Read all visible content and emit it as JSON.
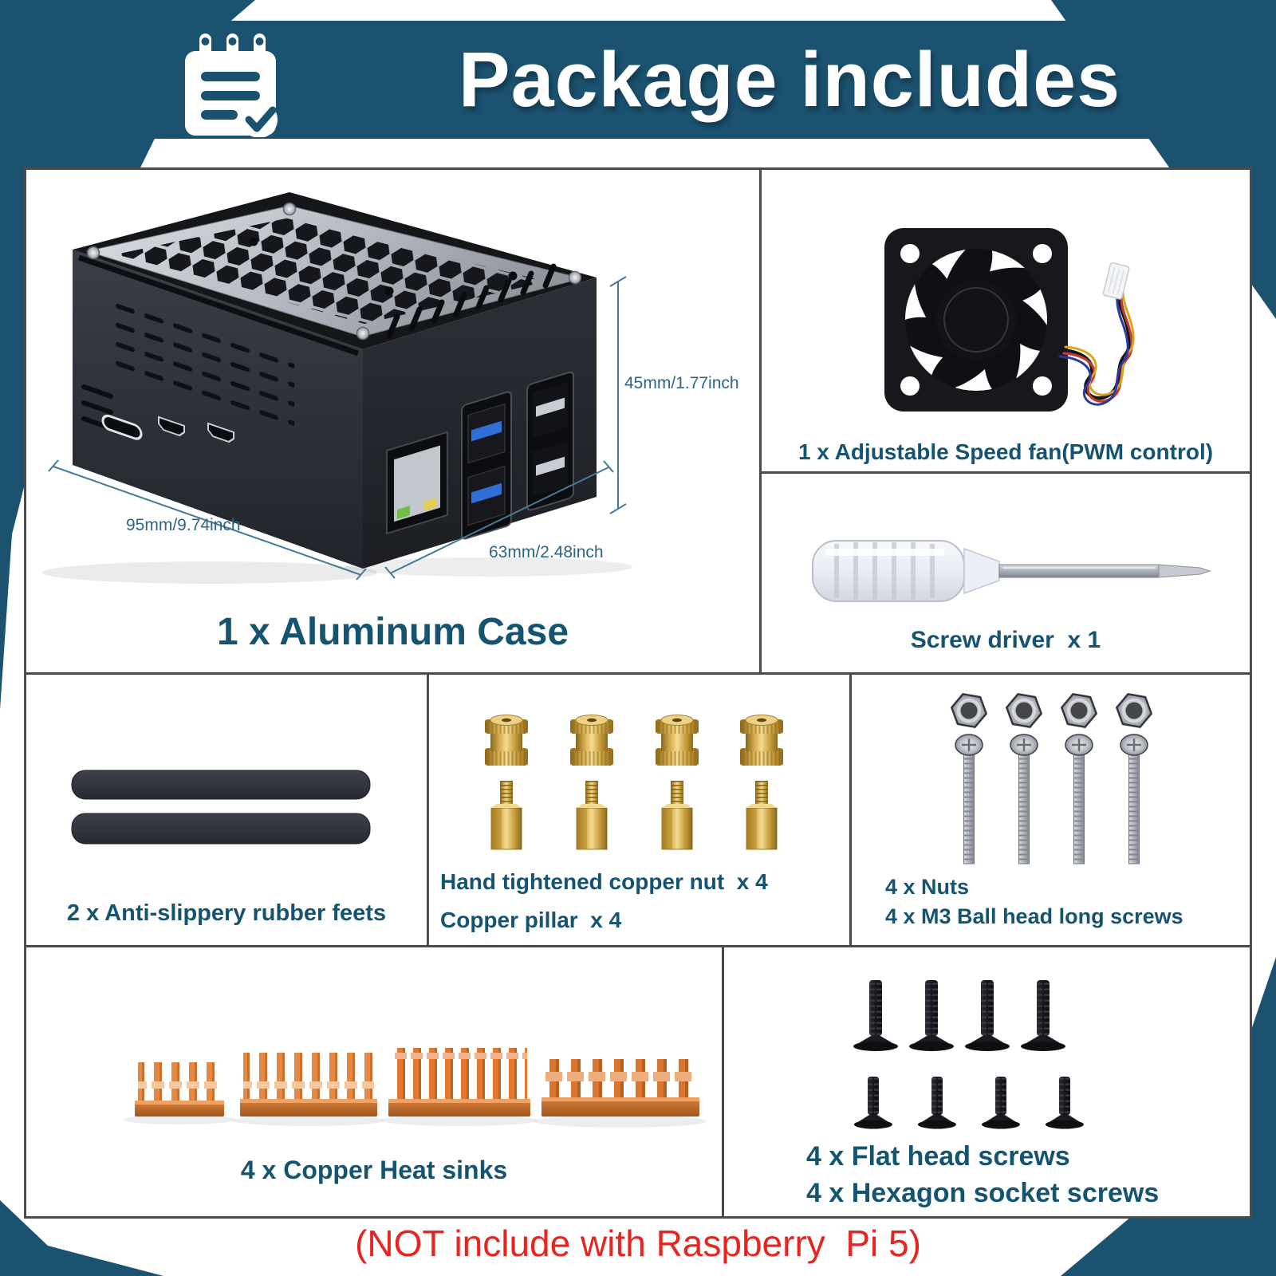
{
  "header": {
    "title": "Package includes",
    "icon": "notepad-check-icon"
  },
  "panels": {
    "case": {
      "label": "1 x Aluminum Case",
      "dim_height": "45mm/1.77inch",
      "dim_length": "95mm/9.74inch",
      "dim_width": "63mm/2.48inch"
    },
    "fan": {
      "label": "1 x Adjustable Speed fan(PWM control)"
    },
    "screwdriver": {
      "label": "Screw driver  x 1"
    },
    "rubber_feet": {
      "label": "2 x Anti-slippery rubber feets"
    },
    "copper_parts": {
      "line1": "Hand tightened copper nut  x 4",
      "line2": "Copper pillar  x 4"
    },
    "nuts_screws": {
      "line1": "4 x Nuts",
      "line2": "4 x M3 Ball head long screws"
    },
    "heatsinks": {
      "label": "4 x Copper Heat sinks"
    },
    "black_screws": {
      "line1": "4 x Flat head screws",
      "line2": "4 x Hexagon socket screws"
    }
  },
  "footer": {
    "note": "(NOT include with Raspberry  Pi 5)"
  },
  "colors": {
    "teal": "#1B5270",
    "label_teal": "#155470",
    "dim_blue": "#2E6484",
    "note_red": "#E82420",
    "panel_border": "#4B4B4B",
    "copper": "#D9752F",
    "brass": "#D9B054"
  }
}
